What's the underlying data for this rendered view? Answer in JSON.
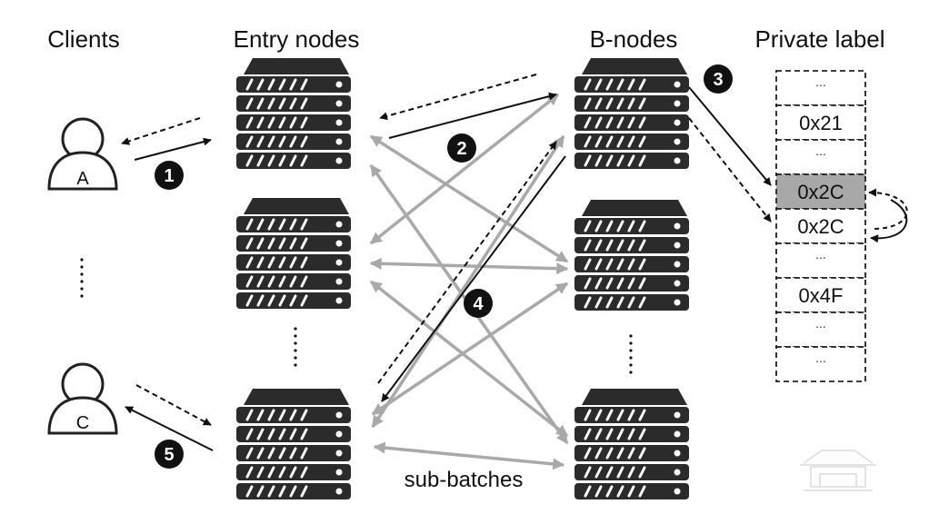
{
  "headers": {
    "clients": "Clients",
    "entry_nodes": "Entry nodes",
    "b_nodes": "B-nodes",
    "private_label": "Private label"
  },
  "clients": [
    {
      "label": "A"
    },
    {
      "label": "C"
    }
  ],
  "steps": [
    "1",
    "2",
    "3",
    "4",
    "5"
  ],
  "sub_batches_label": "sub-batches",
  "private_label_cells": [
    "...",
    "0x21",
    "...",
    "0x2C",
    "0x2C",
    "...",
    "0x4F",
    "...",
    "..."
  ],
  "colors": {
    "server": "#2b2b2b",
    "step_badge": "#111111",
    "grey_arrow": "#a9a9a9",
    "highlight_cell": "#a8a8a8"
  },
  "icons": [
    "server-icon",
    "user-icon",
    "step-badge",
    "building-watermark"
  ]
}
